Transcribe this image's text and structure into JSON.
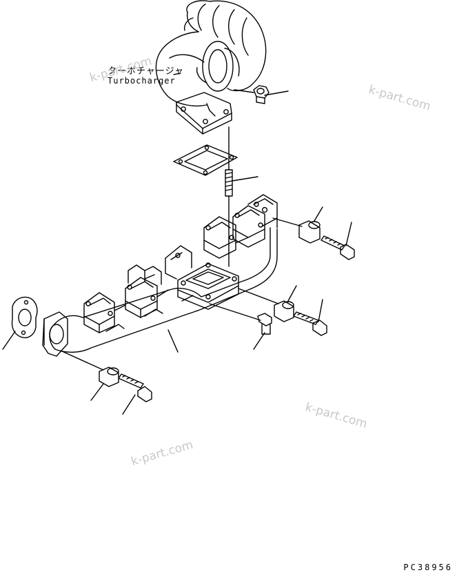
{
  "labels": {
    "turbocharger_jp": "ターボチャージャ",
    "turbocharger_en": "Turbocharger"
  },
  "watermarks": [
    "k-part.com",
    "k-part.com",
    "k-part.com",
    "k-part.com"
  ],
  "drawing_code": "PC38956",
  "colors": {
    "line": "#000000",
    "watermark": "#c8c8c8",
    "background": "#ffffff"
  }
}
